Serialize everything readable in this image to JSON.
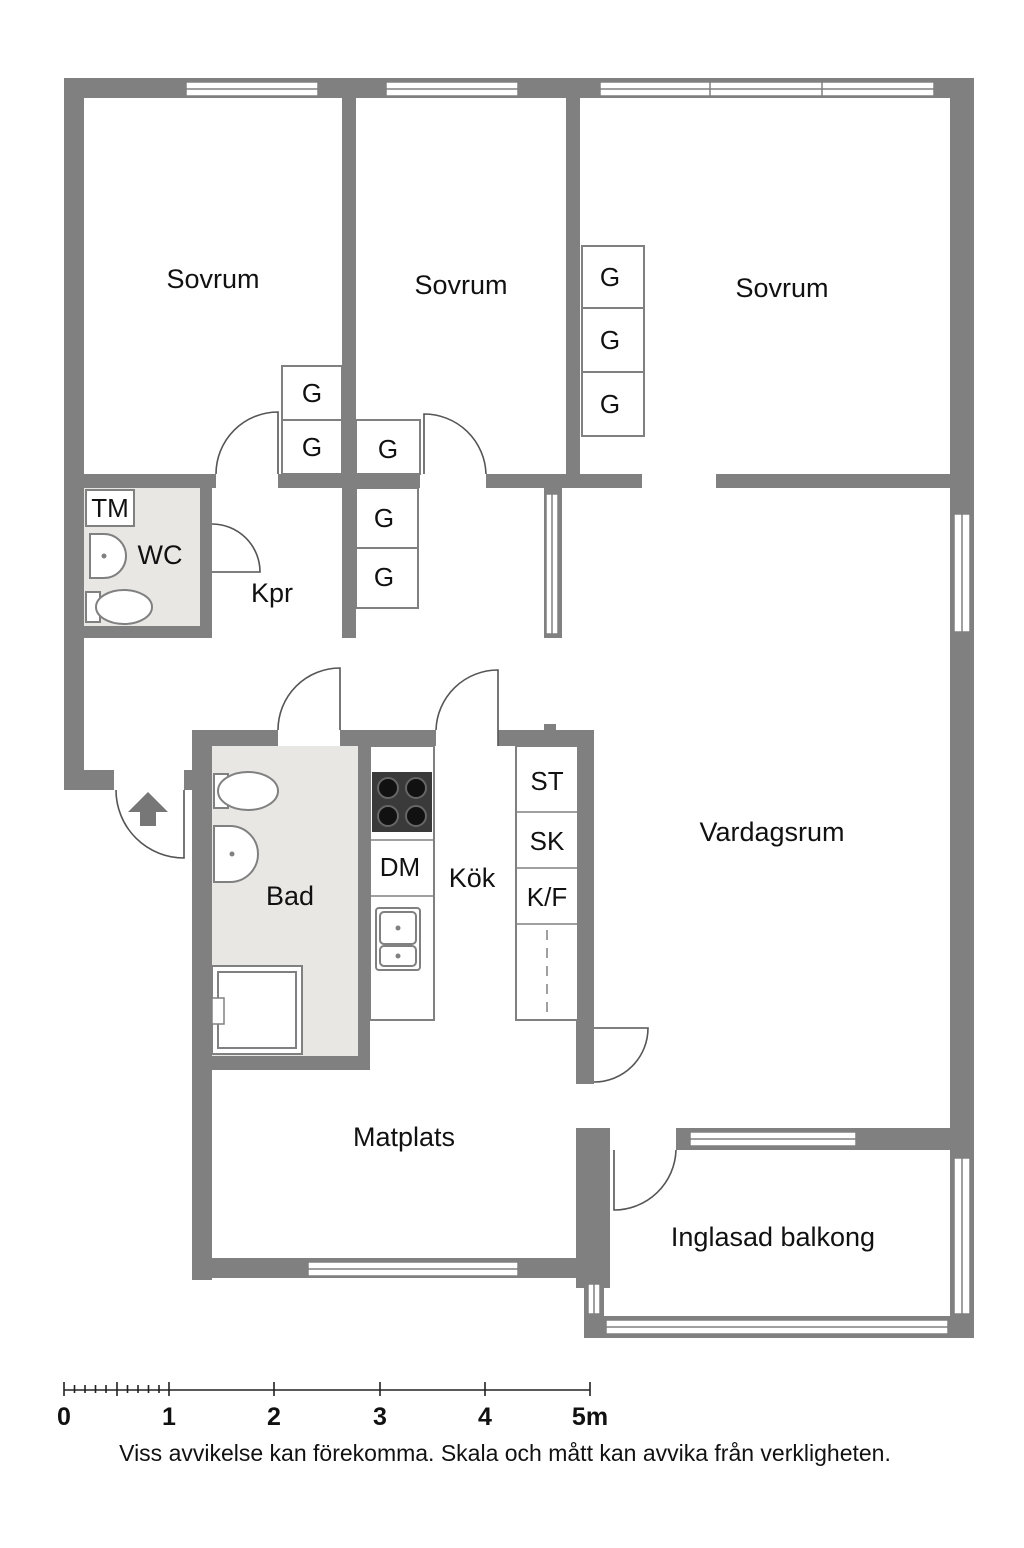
{
  "rooms": {
    "bedroom_1": "Sovrum",
    "bedroom_2": "Sovrum",
    "bedroom_3": "Sovrum",
    "wc": "WC",
    "tm": "TM",
    "closet": "Kpr",
    "bathroom": "Bad",
    "kitchen": "Kök",
    "living_room": "Vardagsrum",
    "dining": "Matplats",
    "balcony": "Inglasad balkong"
  },
  "fixtures": {
    "wardrobe": "G",
    "dishwasher": "DM",
    "tall_cabinet": "ST",
    "broom_cabinet": "SK",
    "fridge_freezer": "K/F"
  },
  "scale_bar": {
    "labels": [
      "0",
      "1",
      "2",
      "3",
      "4",
      "5m"
    ]
  },
  "disclaimer": "Viss avvikelse kan förekomma. Skala och mått kan avvika från verkligheten.",
  "colors": {
    "wall": "#808080",
    "wet_room_floor": "#e9e7e3"
  },
  "icons": [
    "entrance-arrow-icon",
    "stove-icon",
    "sink-icon",
    "toilet-icon",
    "washbasin-icon",
    "shower-icon"
  ]
}
